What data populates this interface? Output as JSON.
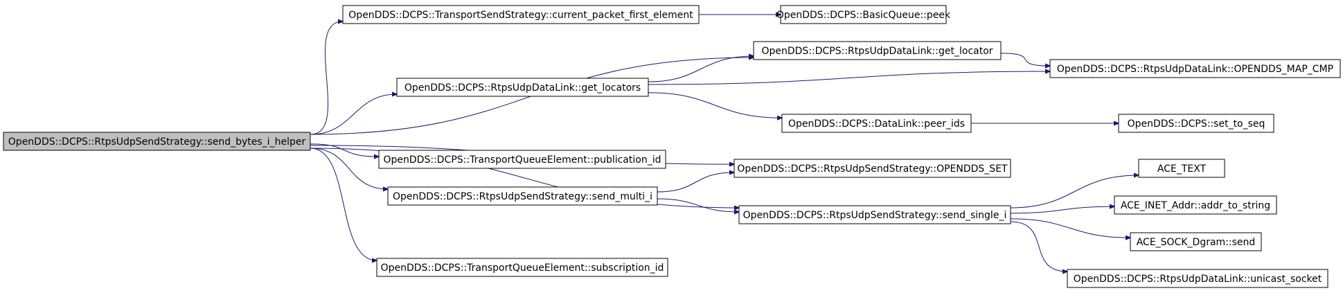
{
  "diagram": {
    "nodes": [
      {
        "id": "root",
        "label": "OpenDDS::DCPS::RtpsUdpSendStrategy::send_bytes_i_helper",
        "highlight": true
      },
      {
        "id": "cpfe",
        "label": "OpenDDS::DCPS::TransportSendStrategy::current_packet_first_element"
      },
      {
        "id": "peek",
        "label": "OpenDDS::DCPS::BasicQueue::peek"
      },
      {
        "id": "getloc",
        "label": "OpenDDS::DCPS::RtpsUdpDataLink::get_locator"
      },
      {
        "id": "mapcmp",
        "label": "OpenDDS::DCPS::RtpsUdpDataLink::OPENDDS_MAP_CMP"
      },
      {
        "id": "getlocs",
        "label": "OpenDDS::DCPS::RtpsUdpDataLink::get_locators"
      },
      {
        "id": "peerids",
        "label": "OpenDDS::DCPS::DataLink::peer_ids"
      },
      {
        "id": "settoseq",
        "label": "OpenDDS::DCPS::set_to_seq"
      },
      {
        "id": "pubid",
        "label": "OpenDDS::DCPS::TransportQueueElement::publication_id"
      },
      {
        "id": "oset",
        "label": "OpenDDS::DCPS::RtpsUdpSendStrategy::OPENDDS_SET"
      },
      {
        "id": "acetext",
        "label": "ACE_TEXT"
      },
      {
        "id": "multi",
        "label": "OpenDDS::DCPS::RtpsUdpSendStrategy::send_multi_i"
      },
      {
        "id": "single",
        "label": "OpenDDS::DCPS::RtpsUdpSendStrategy::send_single_i"
      },
      {
        "id": "addrstr",
        "label": "ACE_INET_Addr::addr_to_string"
      },
      {
        "id": "dgram",
        "label": "ACE_SOCK_Dgram::send"
      },
      {
        "id": "subid",
        "label": "OpenDDS::DCPS::TransportQueueElement::subscription_id"
      },
      {
        "id": "unicast",
        "label": "OpenDDS::DCPS::RtpsUdpDataLink::unicast_socket"
      }
    ],
    "edges": [
      [
        "root",
        "cpfe"
      ],
      [
        "root",
        "getloc"
      ],
      [
        "root",
        "getlocs"
      ],
      [
        "root",
        "oset"
      ],
      [
        "root",
        "pubid"
      ],
      [
        "root",
        "multi"
      ],
      [
        "root",
        "single"
      ],
      [
        "root",
        "subid"
      ],
      [
        "cpfe",
        "peek"
      ],
      [
        "getlocs",
        "getloc"
      ],
      [
        "getlocs",
        "mapcmp"
      ],
      [
        "getlocs",
        "peerids"
      ],
      [
        "getloc",
        "mapcmp"
      ],
      [
        "peerids",
        "settoseq"
      ],
      [
        "multi",
        "oset"
      ],
      [
        "multi",
        "single"
      ],
      [
        "single",
        "acetext"
      ],
      [
        "single",
        "addrstr"
      ],
      [
        "single",
        "dgram"
      ],
      [
        "single",
        "unicast"
      ]
    ]
  }
}
